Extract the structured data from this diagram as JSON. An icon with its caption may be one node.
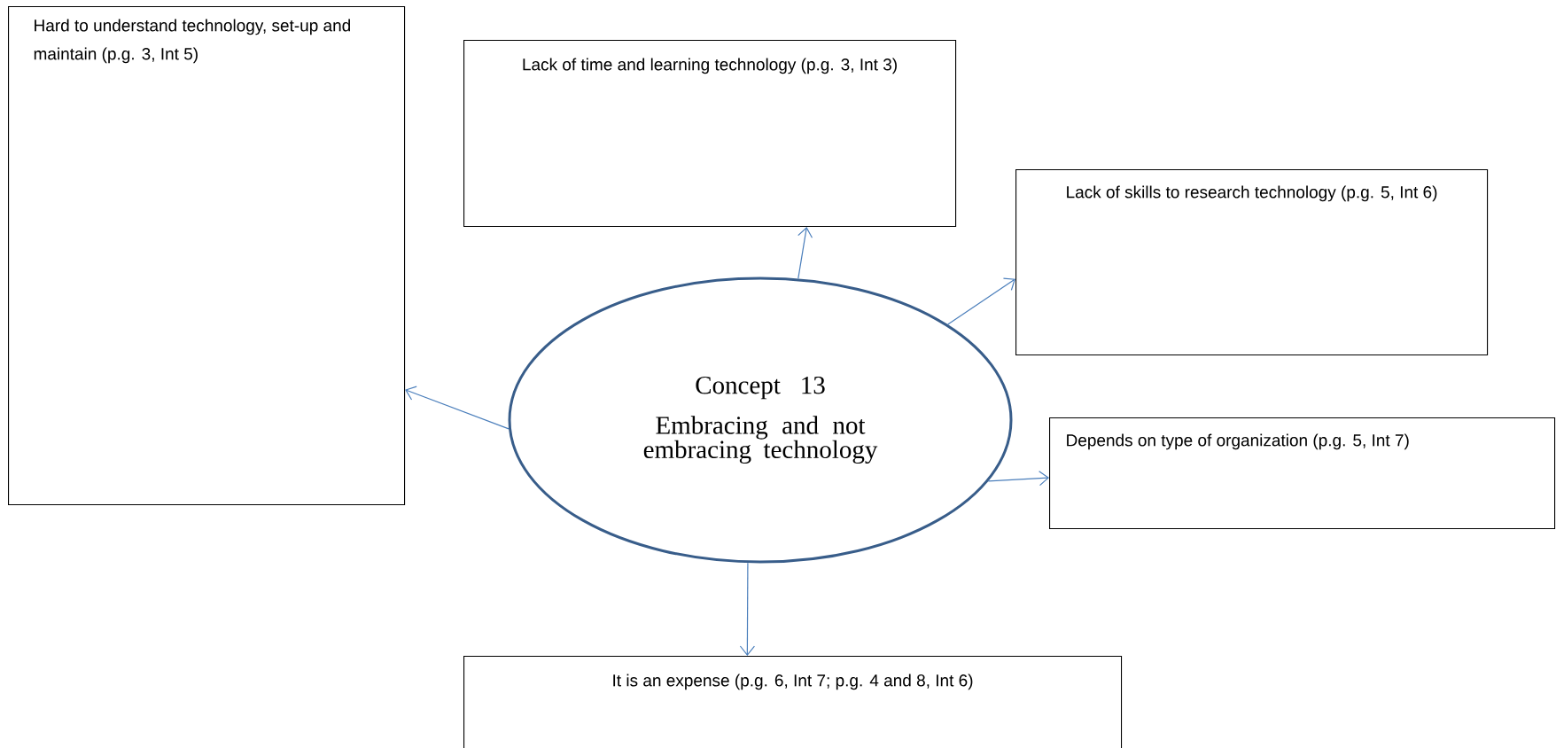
{
  "diagram": {
    "nodes": [
      {
        "text": [
          "Hard to understand technology, set-up and maintain (p.g. 3, Int 5)"
        ]
      },
      {
        "text": [
          "Lack of time and learning technology (p.g. 3, Int 3)"
        ]
      },
      {
        "text": [
          "Lack of skills to research technology (p.g. 5, Int 6)"
        ]
      },
      {
        "text": [
          "Concept 13",
          "Embracing and not embracing technology"
        ]
      },
      {
        "text": [
          "Depends on type of organization (p.g. 5, Int 7)"
        ]
      },
      {
        "text": [
          "It is an expense (p.g. 6, Int 7; p.g. 4 and 8, Int 6)"
        ]
      }
    ],
    "edges": [
      {
        "from": 3,
        "to": 0,
        "arrow": "to"
      },
      {
        "from": 3,
        "to": 1,
        "arrow": "to"
      },
      {
        "from": 3,
        "to": 2,
        "arrow": "to"
      },
      {
        "from": 3,
        "to": 4,
        "arrow": "to"
      },
      {
        "from": 3,
        "to": 5,
        "arrow": "to"
      }
    ]
  }
}
